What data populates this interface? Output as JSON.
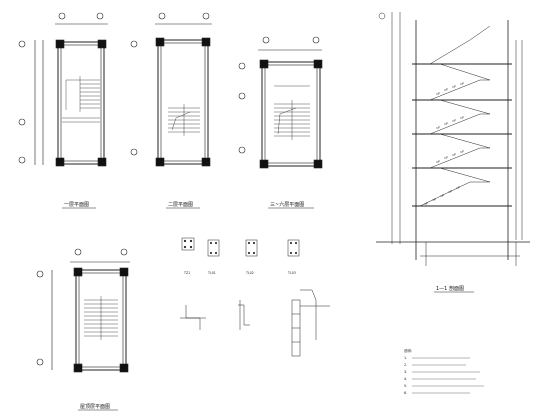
{
  "plans": {
    "first_floor_title": "一层平面图",
    "second_floor_title": "二层平面图",
    "third_sixth_title": "三~六层平面图",
    "roof_title": "屋顶层平面图"
  },
  "section": {
    "title": "1—1 剖面图"
  },
  "beams": {
    "tz1": "TZ1",
    "tl01": "TL01",
    "tl02": "TL02",
    "tl03": "TL03"
  },
  "notes": {
    "heading": "说明:",
    "lines": [
      "1.",
      "2.",
      "3.",
      "4.",
      "5.",
      "6."
    ]
  }
}
